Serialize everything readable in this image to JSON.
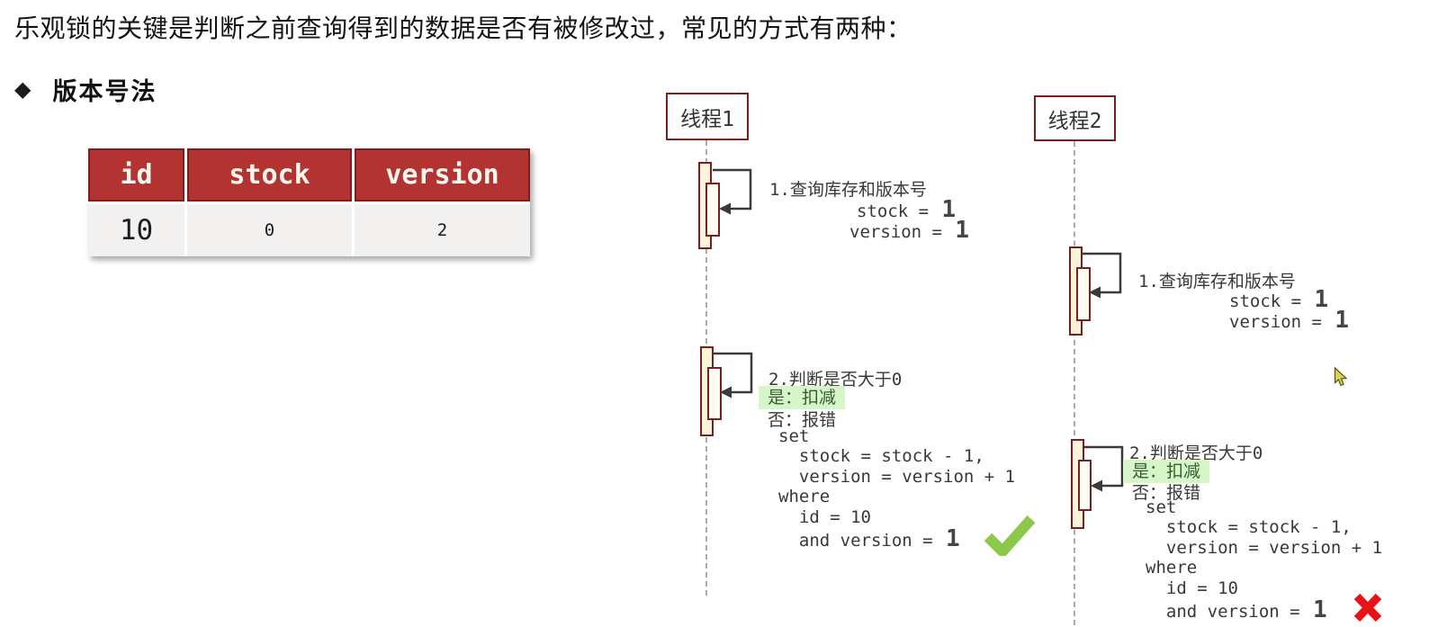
{
  "page": {
    "title": "乐观锁的关键是判断之前查询得到的数据是否有被修改过，常见的方式有两种：",
    "section_bullet": "◆",
    "section_title": "版本号法"
  },
  "table": {
    "headers": [
      "id",
      "stock",
      "version"
    ],
    "row": [
      "10",
      "0",
      "2"
    ]
  },
  "diagram": {
    "thread1": {
      "name": "线程1",
      "step1": {
        "title": "1.查询库存和版本号",
        "stock_label": "stock = ",
        "stock_value": "1",
        "version_label": "version = ",
        "version_value": "1"
      },
      "step2": {
        "title": "2.判断是否大于0",
        "yes_label": "是：扣减",
        "no_label": "否：报错",
        "sql_body": "set\n  stock = stock - 1,\n  version = version + 1\nwhere\n  id = 10\n  and version = ",
        "sql_version_value": "1",
        "result": "success"
      }
    },
    "thread2": {
      "name": "线程2",
      "step1": {
        "title": "1.查询库存和版本号",
        "stock_label": "stock = ",
        "stock_value": "1",
        "version_label": "version = ",
        "version_value": "1"
      },
      "step2": {
        "title": "2.判断是否大于0",
        "yes_label": "是：扣减",
        "no_label": "否：报错",
        "sql_body": "set\n  stock = stock - 1,\n  version = version + 1\nwhere\n  id = 10\n  and version = ",
        "sql_version_value": "1",
        "result": "fail"
      }
    }
  },
  "colors": {
    "table_header_bg": "#B23331",
    "table_body_bg": "#F2F1EF",
    "dark_red_border": "#7A1E1E",
    "activation_outer_fill": "#FBF4DC",
    "activation_inner_fill": "#FFFCF2",
    "highlight_green_bg": "#D6F6CA",
    "success_green": "#8CC84B",
    "fail_red": "#E8121A"
  }
}
